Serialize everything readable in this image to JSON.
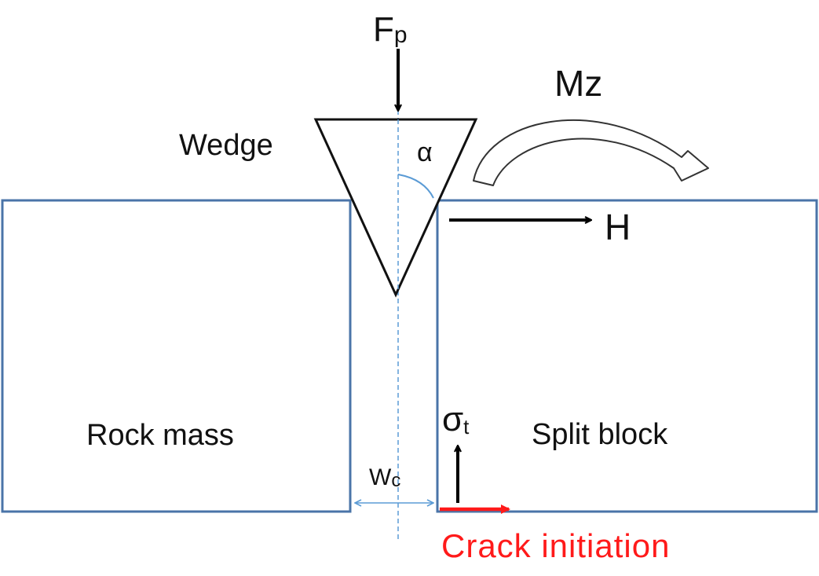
{
  "labels": {
    "force_main": "F",
    "force_sub": "p",
    "moment": "Mz",
    "wedge": "Wedge",
    "angle": "α",
    "horizontal_force": "H",
    "rock_mass": "Rock mass",
    "split_block": "Split block",
    "stress_main": "σ",
    "stress_sub": "t",
    "width_main": "W",
    "width_sub": "c",
    "crack": "Crack initiation"
  },
  "colors": {
    "block_outline": "#4a74a8",
    "centerline": "#5b9bd5",
    "arrow": "#000000",
    "crack": "#ff1a1a",
    "angle_arc": "#5b9bd5"
  }
}
